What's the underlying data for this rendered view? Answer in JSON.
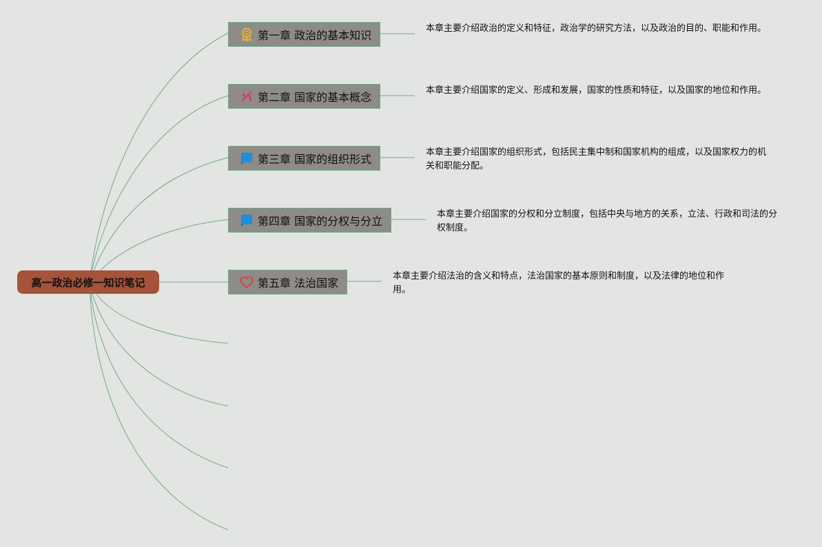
{
  "root": {
    "title": "高一政治必修一知识笔记"
  },
  "chapters": [
    {
      "title": "第一章 政治的基本知识",
      "icon": "award-ribbon-icon",
      "icon_color": "#e2b43a",
      "description": "本章主要介绍政治的定义和特征，政治学的研究方法，以及政治的目的、职能和作用。"
    },
    {
      "title": "第二章 国家的基本概念",
      "icon": "sparkle-wand-icon",
      "icon_color": "#e0325e",
      "description": "本章主要介绍国家的定义、形成和发展，国家的性质和特征，以及国家的地位和作用。"
    },
    {
      "title": "第三章 国家的组织形式",
      "icon": "blue-flag-icon",
      "icon_color": "#1b8fe0",
      "description": "本章主要介绍国家的组织形式，包括民主集中制和国家机构的组成，以及国家权力的机关和职能分配。"
    },
    {
      "title": "第四章 国家的分权与分立",
      "icon": "blue-flag-icon",
      "icon_color": "#1b8fe0",
      "description": "本章主要介绍国家的分权和分立制度，包括中央与地方的关系，立法、行政和司法的分权制度。"
    },
    {
      "title": "第五章 法治国家",
      "icon": "heart-icon",
      "icon_color": "#e03a3a",
      "description": "本章主要介绍法治的含义和特点，法治国家的基本原则和制度，以及法律的地位和作用。"
    }
  ],
  "colors": {
    "background": "#e3e5e2",
    "root_fill": "#a5533a",
    "chapter_fill": "#8f8b86",
    "connector": "#6fa890"
  }
}
